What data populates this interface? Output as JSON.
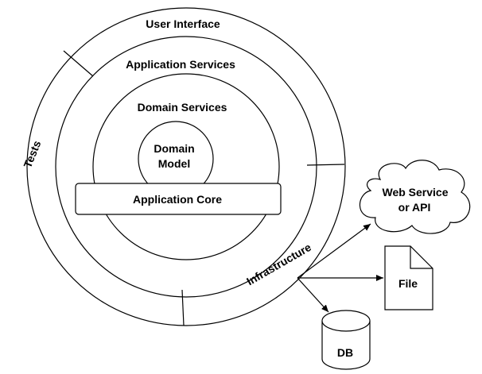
{
  "layers": {
    "outer_left": "Tests",
    "outer_top": "User Interface",
    "outer_bottom_right": "Infrastructure",
    "ring_application": "Application Services",
    "ring_domain": "Domain Services",
    "center_line1": "Domain",
    "center_line2": "Model",
    "core_bar": "Application Core"
  },
  "externals": {
    "web_line1": "Web Service",
    "web_line2": "or API",
    "file": "File",
    "db": "DB"
  },
  "colors": {
    "stroke": "#000000",
    "fill": "#ffffff"
  }
}
